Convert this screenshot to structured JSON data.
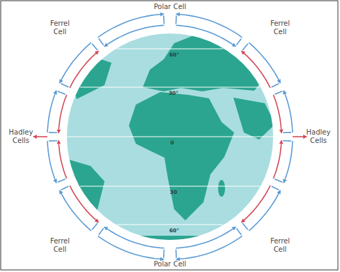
{
  "diagram": {
    "labels": [
      "Polar Cell",
      "Ferrel Cell",
      "Ferrel Cell",
      "60°",
      "30°",
      "Hadley Cells",
      "0",
      "Hadley Cells",
      "30",
      "60°",
      "Ferrel Cell",
      "Ferrel Cell",
      "Polar Cell"
    ]
  }
}
